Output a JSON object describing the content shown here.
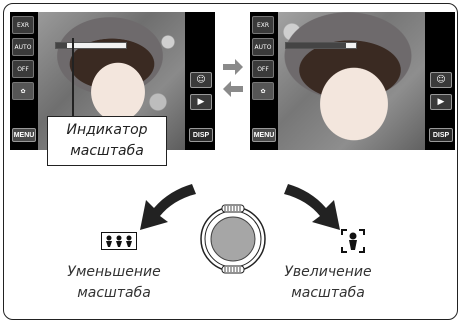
{
  "left_screen": {
    "left_buttons": [
      "EXR",
      "AUTO",
      "OFF",
      "",
      "MENU"
    ],
    "right_buttons": [
      "☺",
      "▶",
      "DISP"
    ],
    "zoom_level": 0.15
  },
  "right_screen": {
    "left_buttons": [
      "EXR",
      "AUTO",
      "OFF",
      "",
      "MENU"
    ],
    "right_buttons": [
      "☺",
      "▶",
      "DISP"
    ],
    "zoom_level": 0.85
  },
  "callout": {
    "line1": "Индикатор",
    "line2": "масштаба"
  },
  "zoom_out": {
    "line1": "Уменьшение",
    "line2": "масштаба"
  },
  "zoom_in": {
    "line1": "Увеличение",
    "line2": "масштаба"
  }
}
